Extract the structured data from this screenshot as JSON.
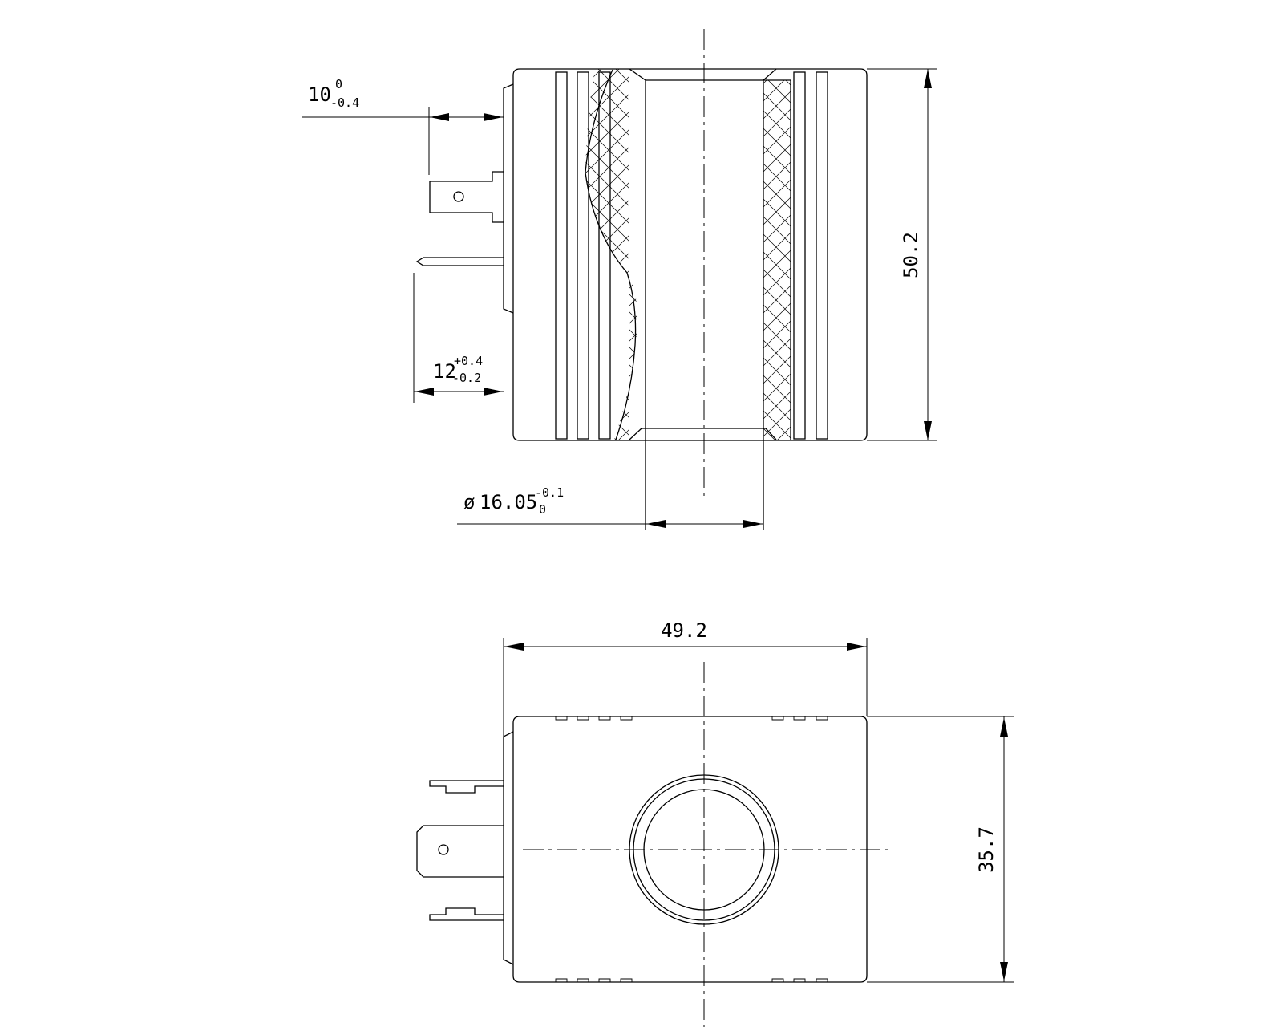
{
  "dimensions": {
    "terminal_gap": {
      "base": "10",
      "sup": "0",
      "sub": "-0.4"
    },
    "terminal_len": {
      "base": "12",
      "sup": "+0.4",
      "sub": "-0.2"
    },
    "bore_diameter": {
      "symbol": "ø",
      "base": "16.05",
      "sup": "-0.1",
      "sub": "0"
    },
    "height": "50.2",
    "width": "49.2",
    "depth": "35.7"
  }
}
